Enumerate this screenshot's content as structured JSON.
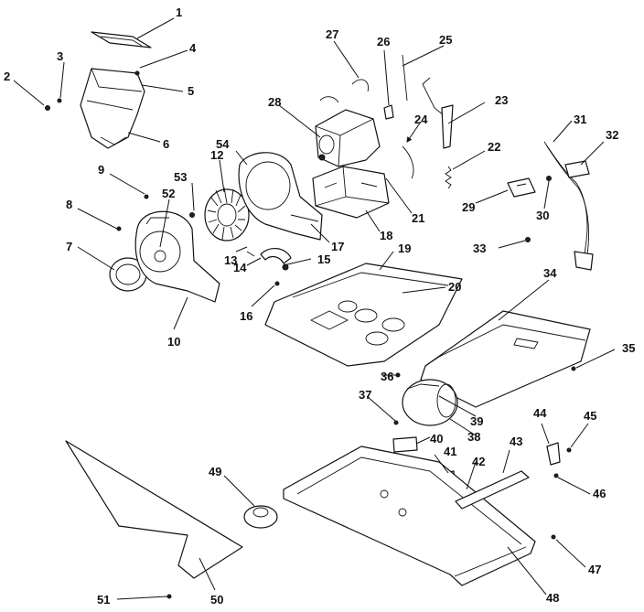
{
  "diagram": {
    "callouts": [
      "1",
      "2",
      "3",
      "4",
      "5",
      "6",
      "7",
      "8",
      "9",
      "10",
      "12",
      "13",
      "14",
      "15",
      "16",
      "17",
      "18",
      "19",
      "20",
      "21",
      "22",
      "23",
      "24",
      "25",
      "26",
      "27",
      "28",
      "29",
      "30",
      "31",
      "32",
      "33",
      "34",
      "35",
      "36",
      "37",
      "38",
      "39",
      "40",
      "41",
      "42",
      "43",
      "44",
      "45",
      "46",
      "47",
      "48",
      "49",
      "50",
      "51",
      "52",
      "53",
      "54"
    ]
  }
}
